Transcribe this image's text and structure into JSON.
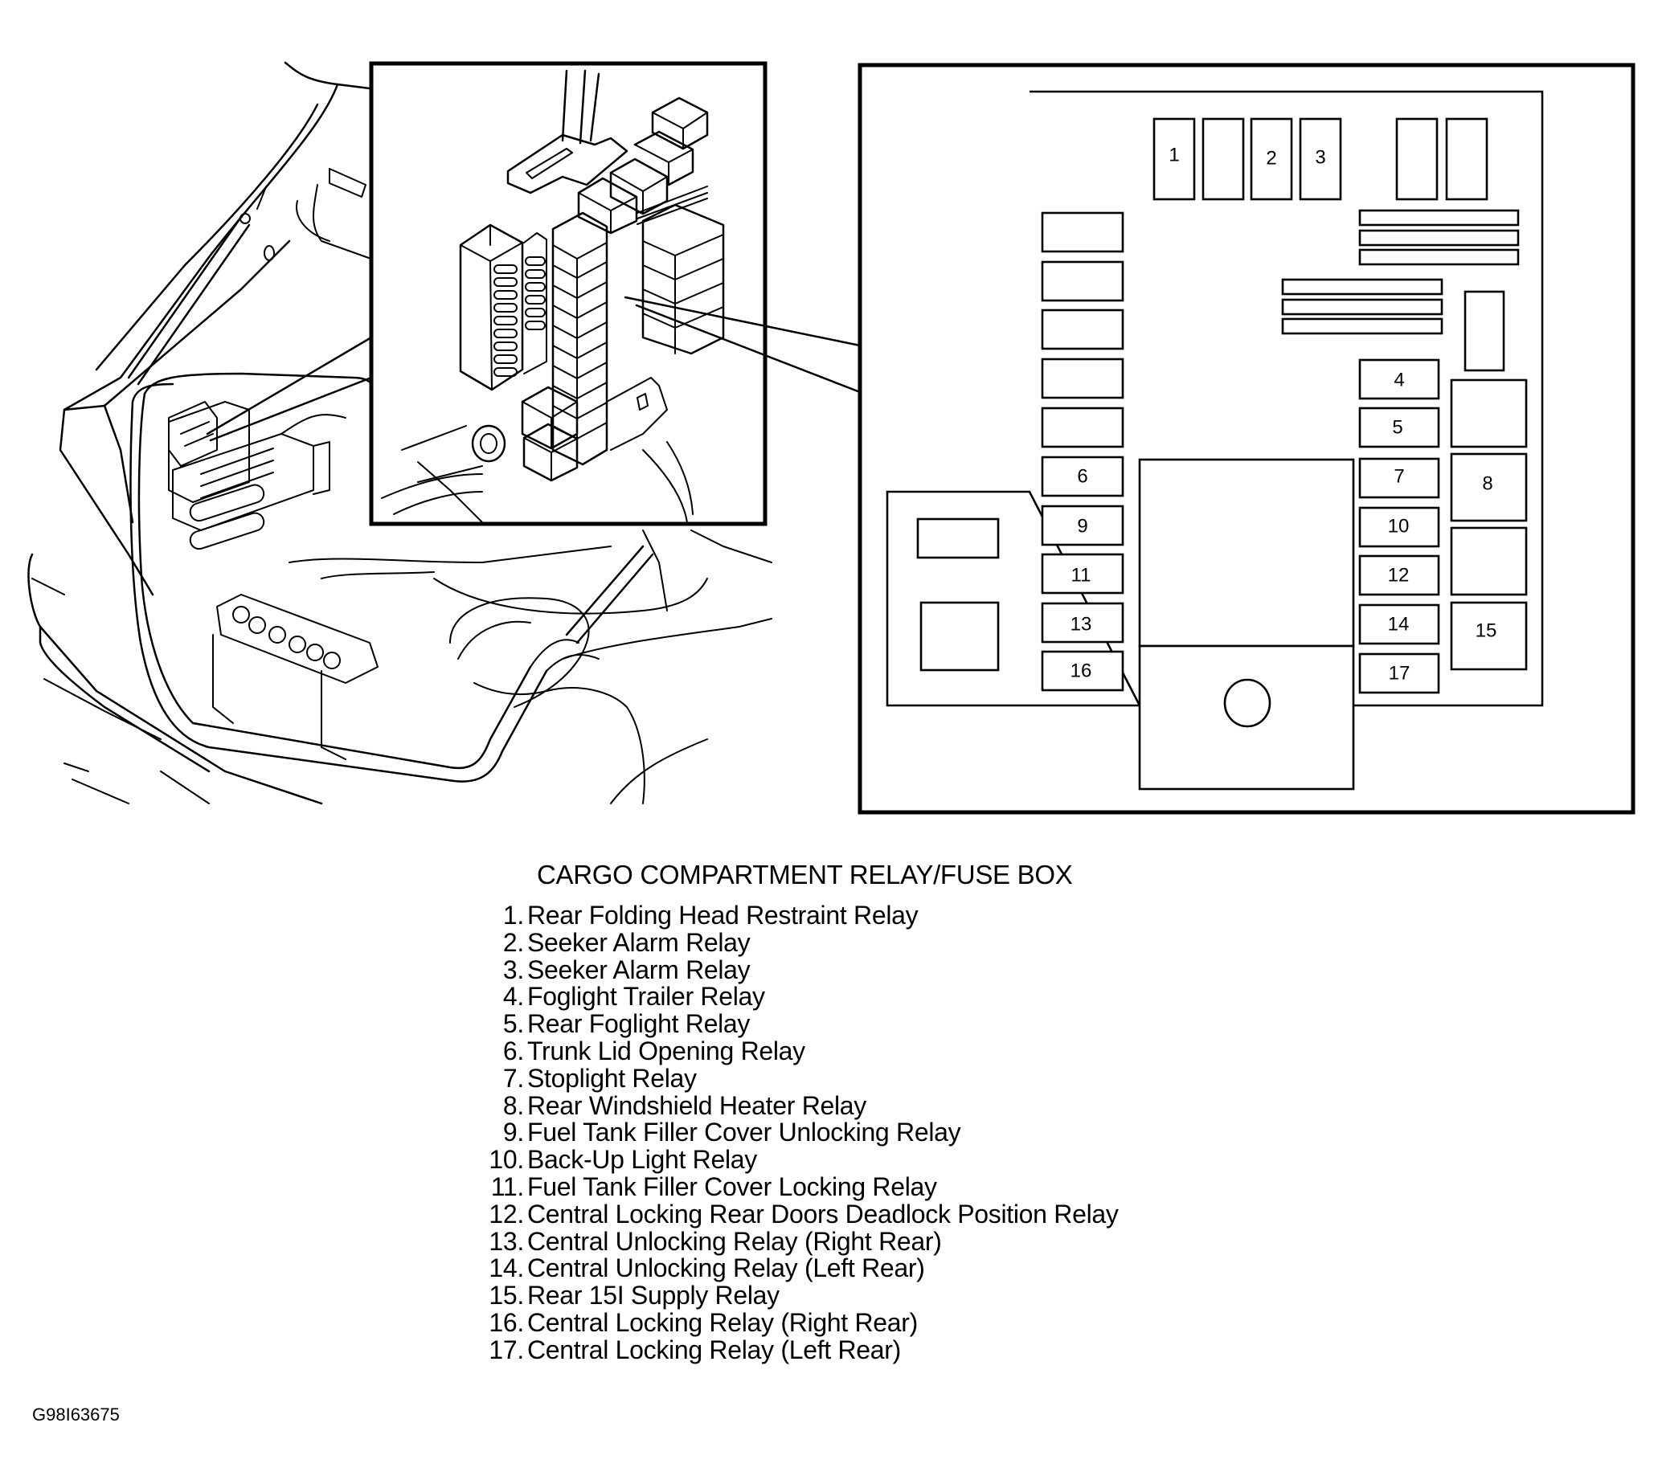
{
  "diagram": {
    "title": "CARGO COMPARTMENT RELAY/FUSE BOX",
    "figure_id": "G98I63675",
    "slot_labels": [
      "1",
      "2",
      "3",
      "4",
      "5",
      "6",
      "7",
      "8",
      "9",
      "10",
      "11",
      "12",
      "13",
      "14",
      "15",
      "16",
      "17"
    ],
    "legend": [
      {
        "num": "1.",
        "label": "Rear Folding Head Restraint Relay"
      },
      {
        "num": "2.",
        "label": "Seeker Alarm Relay"
      },
      {
        "num": "3.",
        "label": "Seeker Alarm Relay"
      },
      {
        "num": "4.",
        "label": "Foglight Trailer Relay"
      },
      {
        "num": "5.",
        "label": "Rear Foglight Relay"
      },
      {
        "num": "6.",
        "label": "Trunk Lid Opening Relay"
      },
      {
        "num": "7.",
        "label": "Stoplight Relay"
      },
      {
        "num": "8.",
        "label": "Rear Windshield Heater Relay"
      },
      {
        "num": "9.",
        "label": "Fuel Tank Filler Cover Unlocking Relay"
      },
      {
        "num": "10.",
        "label": "Back-Up Light Relay"
      },
      {
        "num": "11.",
        "label": "Fuel Tank Filler Cover Locking Relay"
      },
      {
        "num": "12.",
        "label": "Central Locking Rear Doors Deadlock Position Relay"
      },
      {
        "num": "13.",
        "label": "Central Unlocking Relay (Right Rear)"
      },
      {
        "num": "14.",
        "label": "Central Unlocking Relay (Left Rear)"
      },
      {
        "num": "15.",
        "label": "Rear 15I Supply Relay"
      },
      {
        "num": "16.",
        "label": "Central Locking Relay (Right Rear)"
      },
      {
        "num": "17.",
        "label": "Central Locking Relay (Left Rear)"
      }
    ]
  }
}
